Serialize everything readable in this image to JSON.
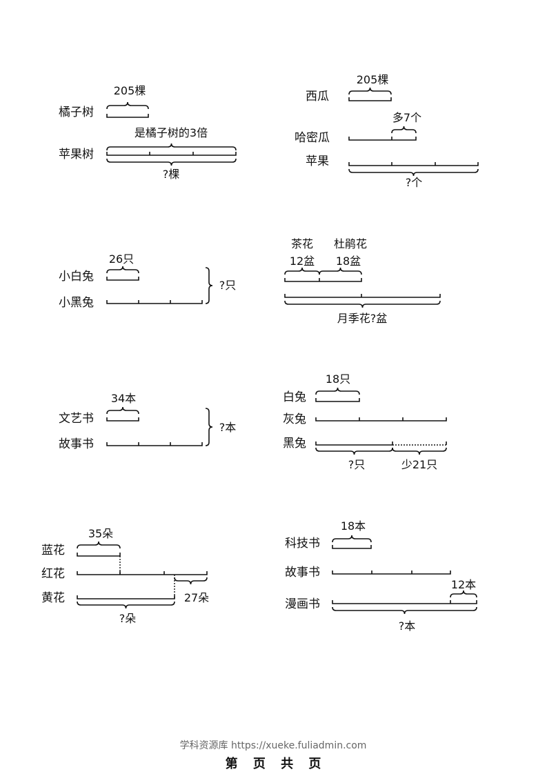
{
  "problems": [
    {
      "rows": [
        "橘子树",
        "苹果树"
      ],
      "top": "205棵",
      "mid": "是橘子树的3倍",
      "total": "?棵"
    },
    {
      "rows": [
        "西瓜",
        "哈密瓜",
        "苹果"
      ],
      "top": "205棵",
      "diff": "多7个",
      "total": "?个"
    },
    {
      "rows": [
        "小白兔",
        "小黑兔"
      ],
      "top": "26只",
      "total": "?只"
    },
    {
      "names": [
        "茶花",
        "杜鹃花"
      ],
      "counts": [
        "12盆",
        "18盆"
      ],
      "total": "月季花?盆"
    },
    {
      "rows": [
        "文艺书",
        "故事书"
      ],
      "top": "34本",
      "total": "?本"
    },
    {
      "rows": [
        "白兔",
        "灰兔",
        "黑兔"
      ],
      "top": "18只",
      "unknown": "?只",
      "diff": "少21只"
    },
    {
      "rows": [
        "蓝花",
        "红花",
        "黄花"
      ],
      "top": "35朵",
      "diff": "27朵",
      "total": "?朵"
    },
    {
      "rows": [
        "科技书",
        "故事书",
        "漫画书"
      ],
      "top": "18本",
      "diff": "12本",
      "total": "?本"
    }
  ],
  "footer": {
    "source": "学科资源库 https://xueke.fuliadmin.com",
    "page": "第 页 共 页"
  }
}
